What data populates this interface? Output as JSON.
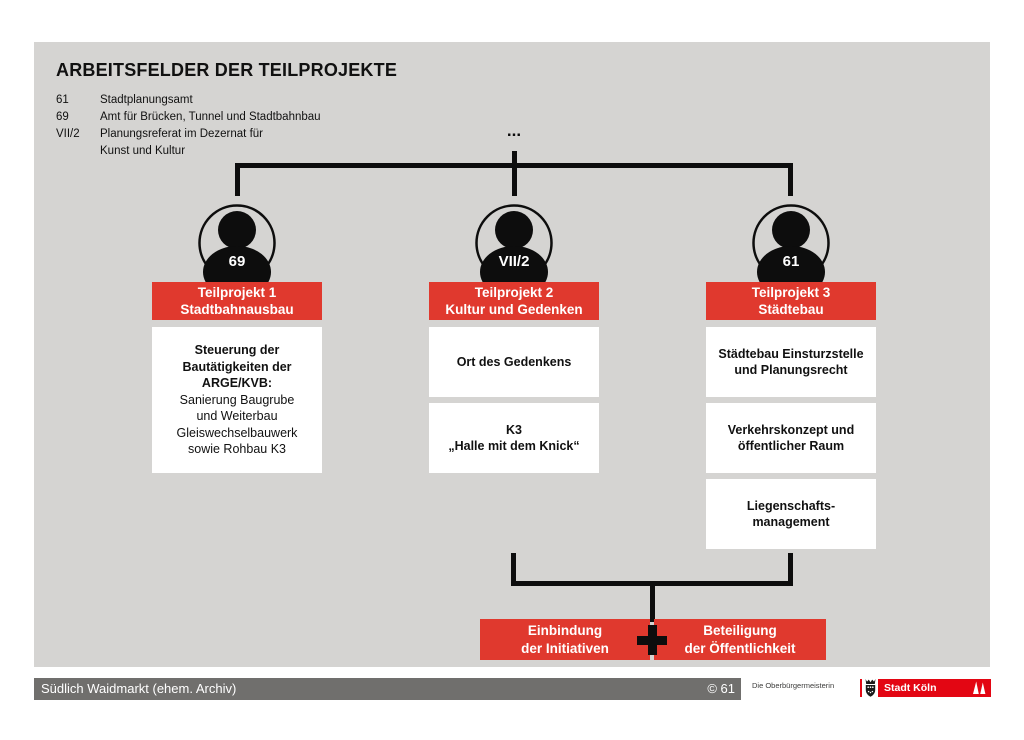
{
  "title": "ARBEITSFELDER DER TEILPROJEKTE",
  "legend": [
    {
      "code": "61",
      "lines": [
        "Stadtplanungsamt"
      ]
    },
    {
      "code": "69",
      "lines": [
        "Amt für Brücken, Tunnel und Stadtbahnbau"
      ]
    },
    {
      "code": "VII/2",
      "lines": [
        "Planungsreferat im Dezernat für",
        "Kunst und Kultur"
      ]
    }
  ],
  "ellipsis": "...",
  "columns": [
    {
      "badge": "69",
      "header_lines": [
        "Teilprojekt 1",
        "Stadtbahnausbau"
      ],
      "boxes": [
        {
          "bold_lines": [
            "Steuerung der",
            "Bautätigkeiten der",
            "ARGE/KVB:"
          ],
          "normal_lines": [
            "Sanierung Baugrube",
            "und Weiterbau",
            "Gleiswechselbauwerk",
            "sowie Rohbau K3"
          ]
        }
      ]
    },
    {
      "badge": "VII/2",
      "header_lines": [
        "Teilprojekt 2",
        "Kultur und Gedenken"
      ],
      "boxes": [
        {
          "bold_lines": [
            "Ort des Gedenkens"
          ]
        },
        {
          "bold_lines": [
            "K3",
            "„Halle mit dem Knick“"
          ]
        }
      ]
    },
    {
      "badge": "61",
      "header_lines": [
        "Teilprojekt 3",
        "Städtebau"
      ],
      "boxes": [
        {
          "bold_lines": [
            "Städtebau Einsturzstelle",
            "und Planungsrecht"
          ]
        },
        {
          "bold_lines": [
            "Verkehrskonzept und",
            "öffentlicher Raum"
          ]
        },
        {
          "bold_lines": [
            "Liegenschafts-",
            "management"
          ]
        }
      ]
    }
  ],
  "bottom": {
    "left_lines": [
      "Einbindung",
      "der Initiativen"
    ],
    "plus": "+",
    "right_lines": [
      "Beteiligung",
      "der Öffentlichkeit"
    ]
  },
  "footer": {
    "title": "Südlich Waidmarkt (ehem. Archiv)",
    "copyright": "© 61",
    "officeholder": "Die Oberbürgermeisterin",
    "logo_text": "Stadt Köln"
  },
  "colors": {
    "accent_red": "#e0392e",
    "logo_red": "#e30613",
    "panel_gray": "#d5d4d2",
    "footer_gray": "#706f6d",
    "line_black": "#0d0d0d"
  }
}
